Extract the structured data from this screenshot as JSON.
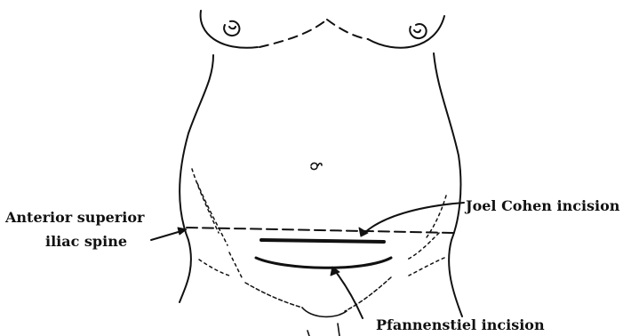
{
  "labels": {
    "joel_cohen": "Joel Cohen incision",
    "anterior_superior": "Anterior superior",
    "iliac_spine": "iliac spine",
    "pfannenstiel": "Pfannenstiel incision"
  },
  "colors": {
    "ink": "#111111",
    "background": "#ffffff"
  }
}
